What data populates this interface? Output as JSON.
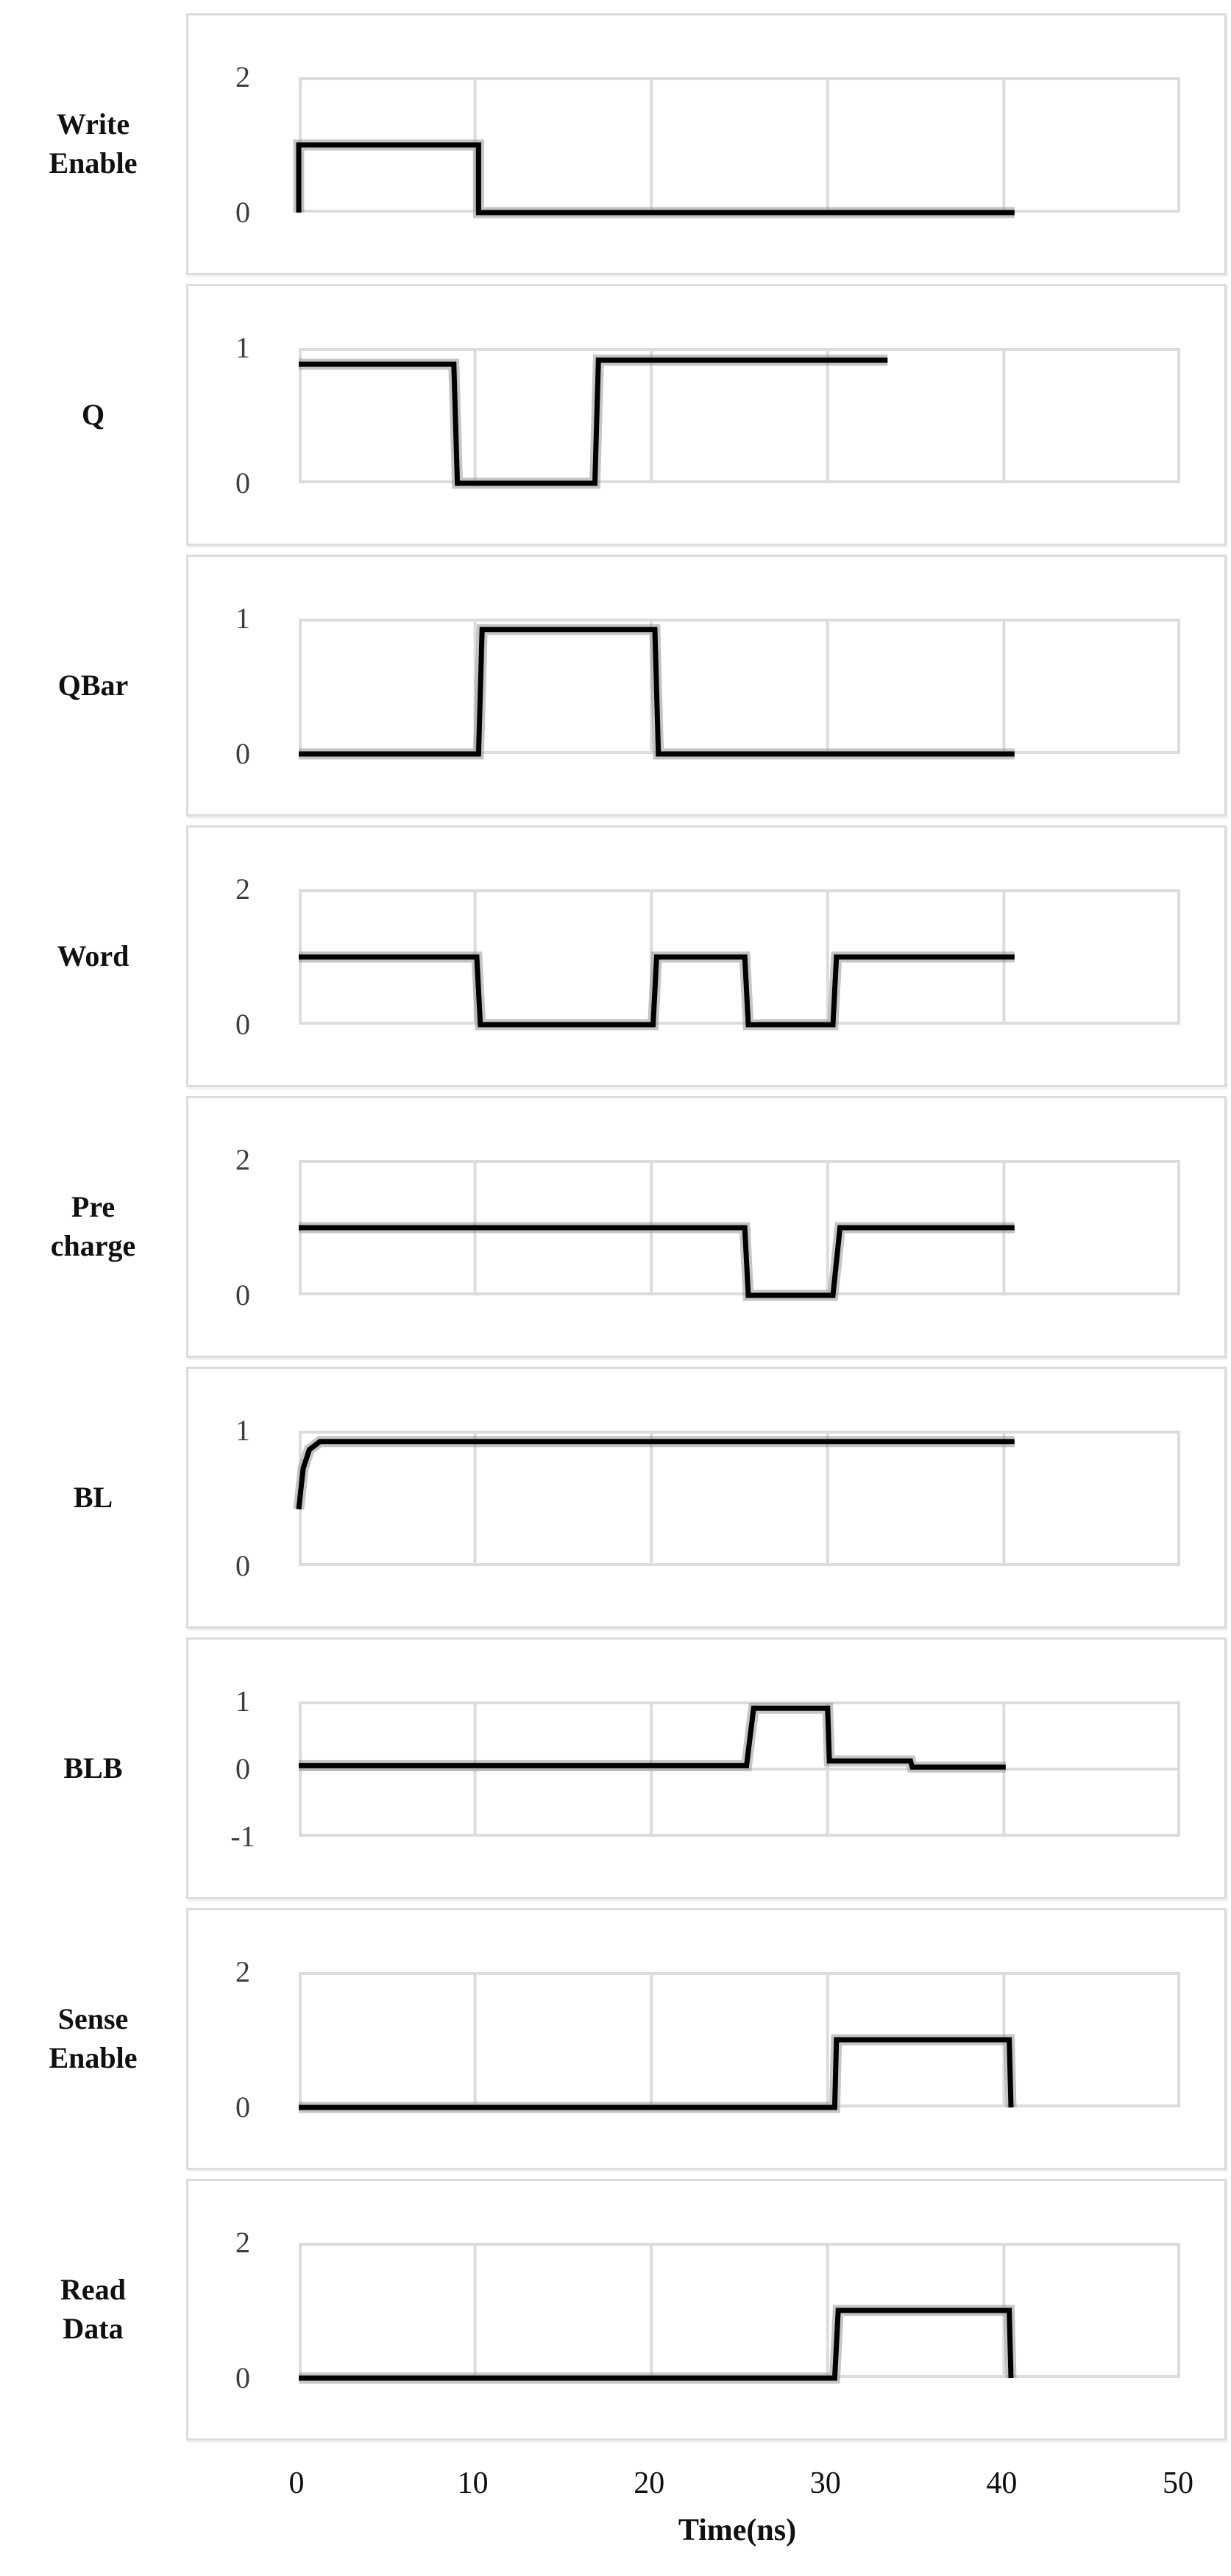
{
  "axis": {
    "xlabel": "Time(ns)",
    "x_ticks": [
      "0",
      "10",
      "20",
      "30",
      "40",
      "50"
    ]
  },
  "colors": {
    "line": "#000000",
    "glow": "#8c8c8c",
    "grid": "#dcdcdc",
    "tick_text": "#3d3d3d",
    "label_text": "#101010"
  },
  "chart_data": [
    {
      "label": "Write Enable",
      "type": "line",
      "x_range": [
        0,
        50
      ],
      "grid_x": [
        10,
        20,
        30,
        40
      ],
      "ylim": [
        0,
        2
      ],
      "y_ticks": [
        "2",
        "0"
      ],
      "zero_gridline": false,
      "points": [
        [
          0,
          0
        ],
        [
          0,
          1
        ],
        [
          10.2,
          1
        ],
        [
          10.2,
          0
        ],
        [
          40.6,
          0
        ]
      ]
    },
    {
      "label": "Q",
      "type": "line",
      "x_range": [
        0,
        50
      ],
      "grid_x": [
        10,
        20,
        30,
        40
      ],
      "ylim": [
        0,
        1
      ],
      "y_ticks": [
        "1",
        "0"
      ],
      "zero_gridline": false,
      "points": [
        [
          0,
          0.88
        ],
        [
          8.8,
          0.88
        ],
        [
          9.0,
          0
        ],
        [
          16.8,
          0
        ],
        [
          17.0,
          0.91
        ],
        [
          33.4,
          0.91
        ]
      ]
    },
    {
      "label": "QBar",
      "type": "line",
      "x_range": [
        0,
        50
      ],
      "grid_x": [
        10,
        20,
        30,
        40
      ],
      "ylim": [
        0,
        1
      ],
      "y_ticks": [
        "1",
        "0"
      ],
      "zero_gridline": false,
      "points": [
        [
          0,
          0
        ],
        [
          10.2,
          0
        ],
        [
          10.4,
          0.92
        ],
        [
          20.2,
          0.92
        ],
        [
          20.4,
          0
        ],
        [
          40.6,
          0
        ]
      ]
    },
    {
      "label": "Word",
      "type": "line",
      "x_range": [
        0,
        50
      ],
      "grid_x": [
        10,
        20,
        30,
        40
      ],
      "ylim": [
        0,
        2
      ],
      "y_ticks": [
        "2",
        "0"
      ],
      "zero_gridline": false,
      "points": [
        [
          0,
          1
        ],
        [
          10.1,
          1
        ],
        [
          10.3,
          0
        ],
        [
          20.1,
          0
        ],
        [
          20.3,
          1
        ],
        [
          25.3,
          1
        ],
        [
          25.5,
          0
        ],
        [
          30.3,
          0
        ],
        [
          30.5,
          1
        ],
        [
          40.6,
          1
        ]
      ]
    },
    {
      "label": "Pre charge",
      "type": "line",
      "x_range": [
        0,
        50
      ],
      "grid_x": [
        10,
        20,
        30,
        40
      ],
      "ylim": [
        0,
        2
      ],
      "y_ticks": [
        "2",
        "0"
      ],
      "zero_gridline": false,
      "points": [
        [
          0,
          1
        ],
        [
          25.3,
          1
        ],
        [
          25.5,
          0
        ],
        [
          30.3,
          0
        ],
        [
          30.7,
          1
        ],
        [
          40.6,
          1
        ]
      ]
    },
    {
      "label": "BL",
      "type": "line",
      "x_range": [
        0,
        50
      ],
      "grid_x": [
        10,
        20,
        30,
        40
      ],
      "ylim": [
        0,
        1
      ],
      "y_ticks": [
        "1",
        "0"
      ],
      "zero_gridline": false,
      "points": [
        [
          0,
          0.42
        ],
        [
          0.25,
          0.72
        ],
        [
          0.6,
          0.86
        ],
        [
          1.2,
          0.92
        ],
        [
          40.6,
          0.92
        ]
      ]
    },
    {
      "label": "BLB",
      "type": "line",
      "x_range": [
        0,
        50
      ],
      "grid_x": [
        10,
        20,
        30,
        40
      ],
      "ylim": [
        -1,
        1
      ],
      "y_ticks": [
        "1",
        "0",
        "-1"
      ],
      "zero_gridline": true,
      "points": [
        [
          0,
          0.05
        ],
        [
          25.4,
          0.05
        ],
        [
          25.8,
          0.9
        ],
        [
          30.0,
          0.9
        ],
        [
          30.1,
          0.12
        ],
        [
          34.7,
          0.12
        ],
        [
          34.8,
          0.03
        ],
        [
          40.1,
          0.03
        ]
      ]
    },
    {
      "label": "Sense Enable",
      "type": "line",
      "x_range": [
        0,
        50
      ],
      "grid_x": [
        10,
        20,
        30,
        40
      ],
      "ylim": [
        0,
        2
      ],
      "y_ticks": [
        "2",
        "0"
      ],
      "zero_gridline": false,
      "points": [
        [
          0,
          0
        ],
        [
          30.4,
          0
        ],
        [
          30.5,
          1
        ],
        [
          40.3,
          1
        ],
        [
          40.4,
          0
        ]
      ]
    },
    {
      "label": "Read Data",
      "type": "line",
      "x_range": [
        0,
        50
      ],
      "grid_x": [
        10,
        20,
        30,
        40
      ],
      "ylim": [
        0,
        2
      ],
      "y_ticks": [
        "2",
        "0"
      ],
      "zero_gridline": false,
      "points": [
        [
          0,
          0
        ],
        [
          30.4,
          0
        ],
        [
          30.6,
          1
        ],
        [
          40.3,
          1
        ],
        [
          40.4,
          0
        ]
      ]
    }
  ]
}
